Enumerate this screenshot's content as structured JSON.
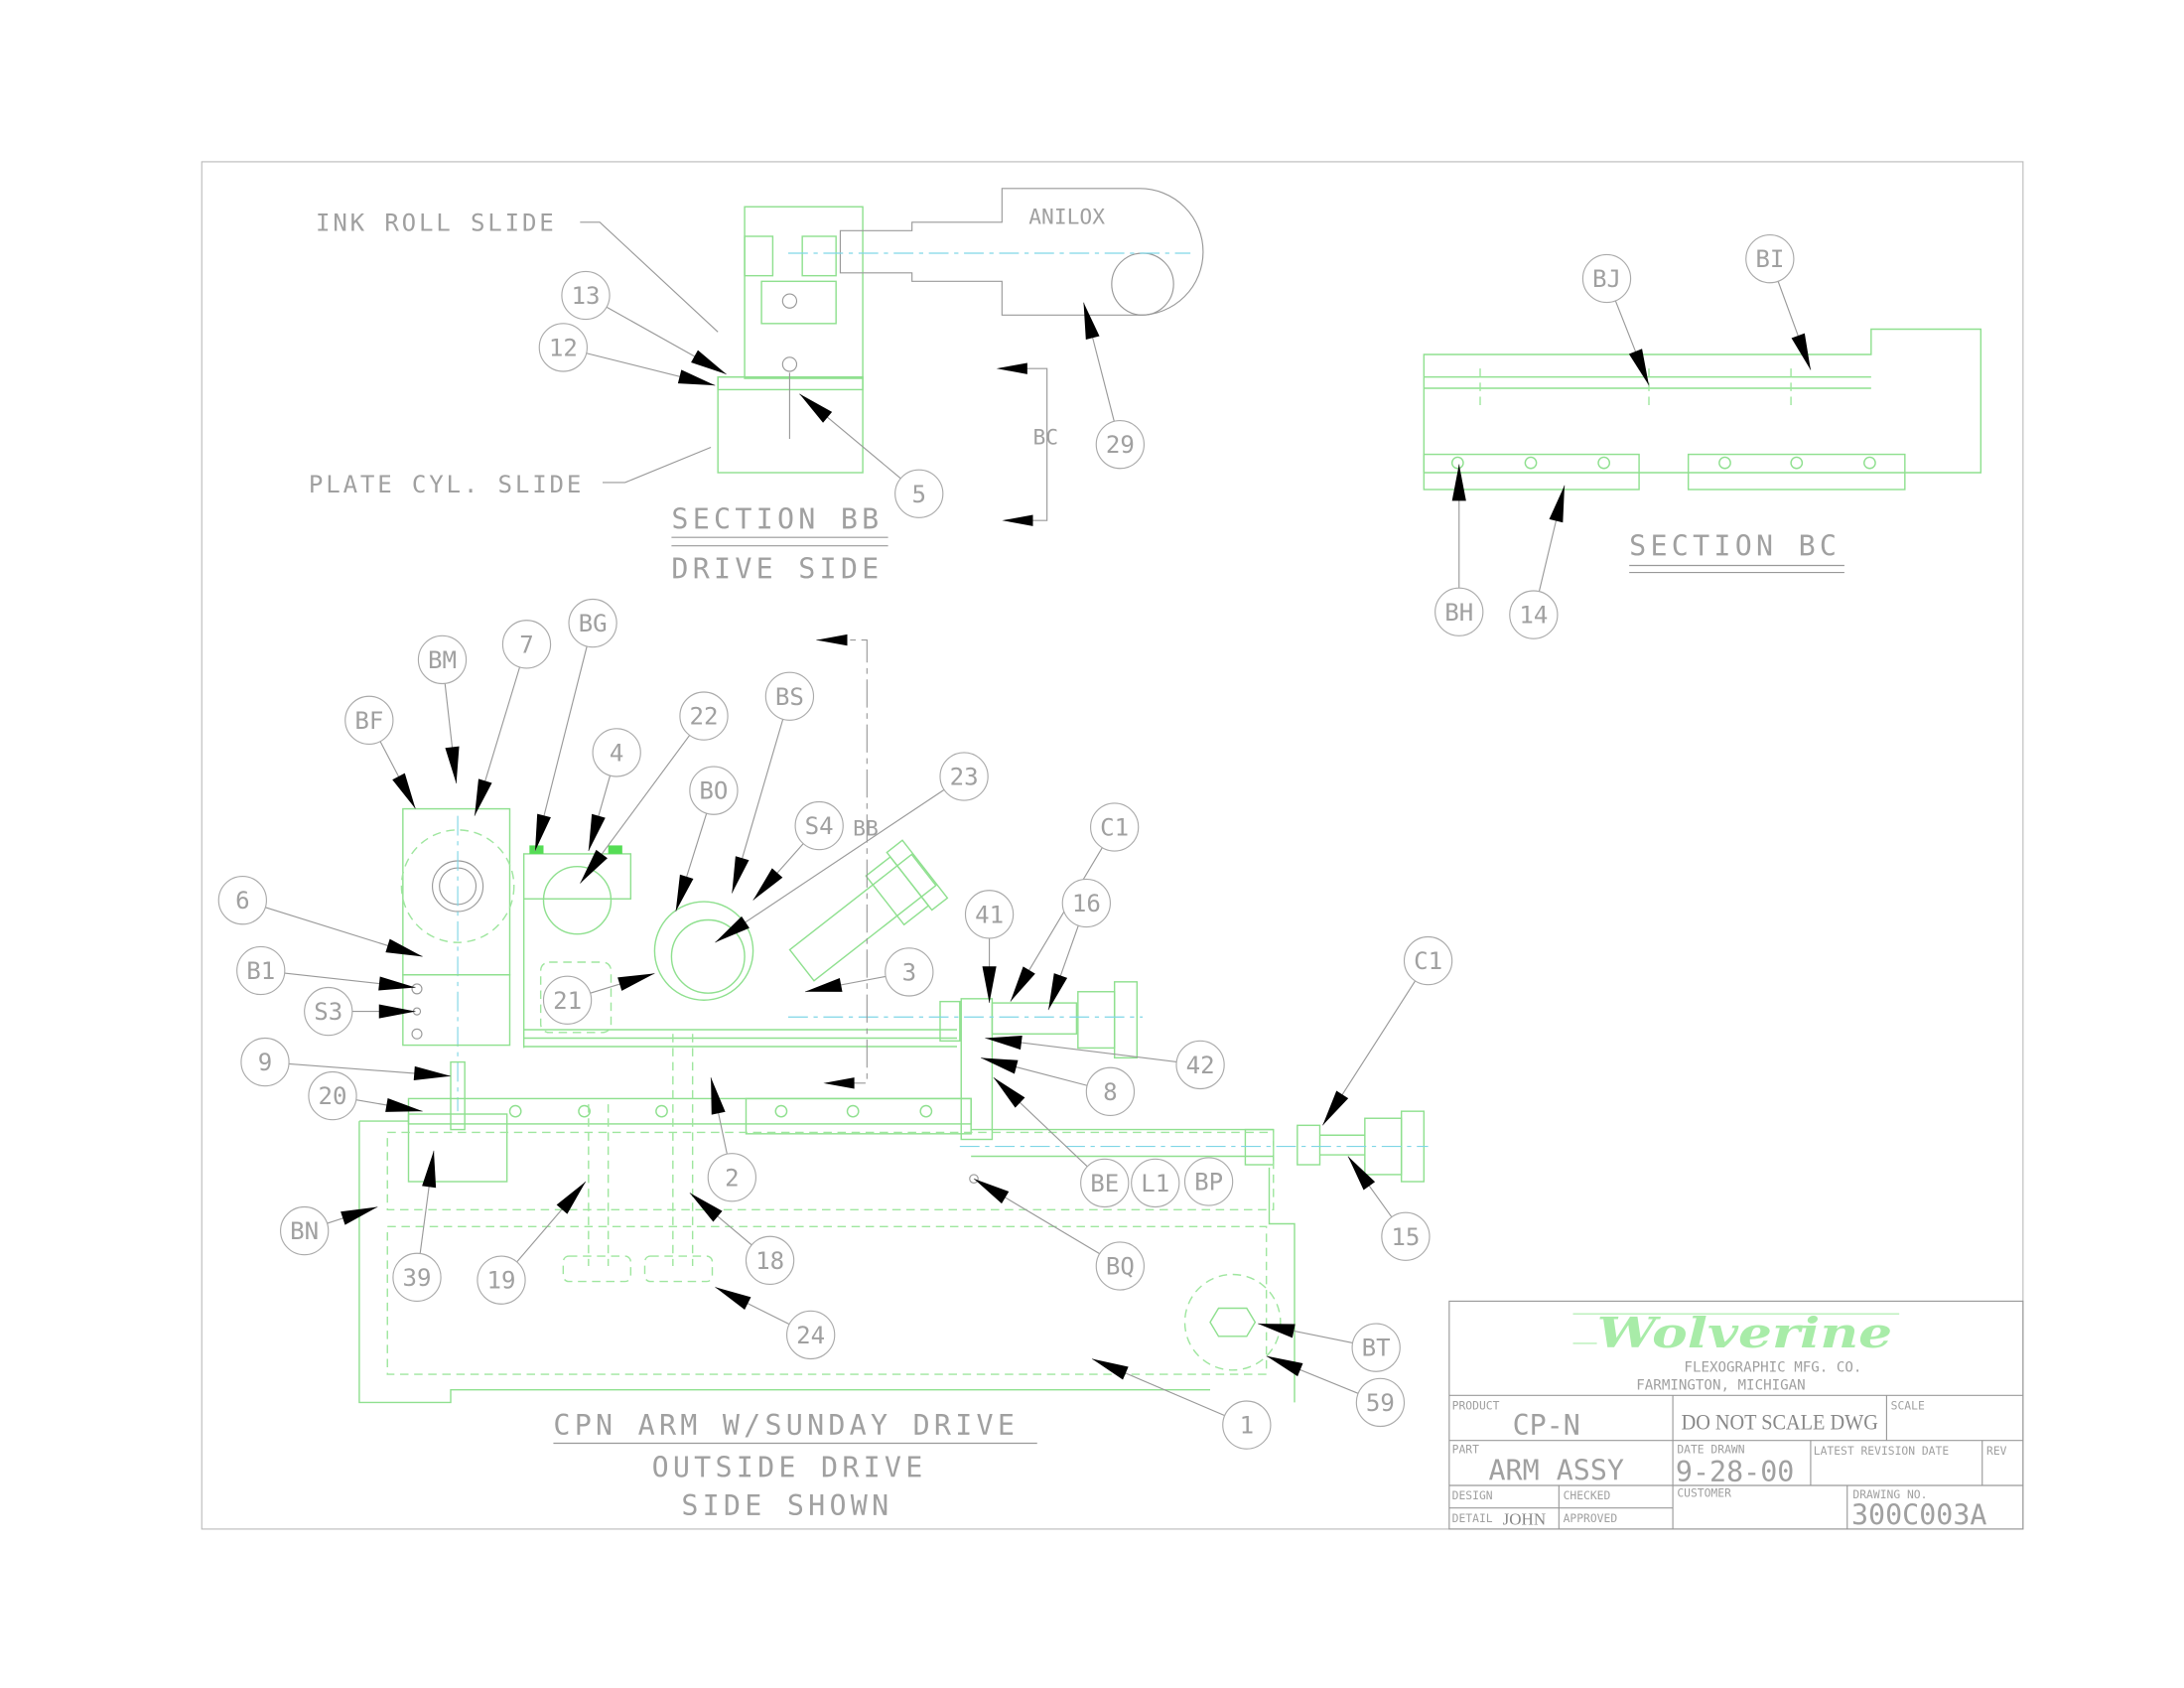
{
  "colors": {
    "geometry": "#8fe08f",
    "centerline": "#7fd6e6",
    "annotation": "#a0a0a0",
    "arrow": "#000000",
    "logo": "#a8eca8"
  },
  "section_bb": {
    "ink_roll_slide": "INK ROLL SLIDE",
    "plate_cyl_slide": "PLATE CYL. SLIDE",
    "anilox": "ANILOX",
    "cut_label": "BC",
    "title": "SECTION BB",
    "subtitle": "DRIVE SIDE"
  },
  "section_bc": {
    "title": "SECTION BC"
  },
  "main_view": {
    "cut_label": "BB",
    "title": "CPN ARM W/SUNDAY DRIVE",
    "subtitle1": "OUTSIDE DRIVE",
    "subtitle2": "SIDE SHOWN"
  },
  "balloons": [
    "13",
    "12",
    "5",
    "29",
    "BJ",
    "BI",
    "BH",
    "14",
    "BF",
    "BM",
    "7",
    "BG",
    "4",
    "22",
    "BS",
    "BO",
    "S4",
    "23",
    "6",
    "B1",
    "S3",
    "21",
    "3",
    "41",
    "C1",
    "16",
    "42",
    "8",
    "9",
    "20",
    "2",
    "BE",
    "L1",
    "BP",
    "C1",
    "15",
    "BQ",
    "BN",
    "39",
    "19",
    "18",
    "24",
    "BT",
    "59",
    "1"
  ],
  "title_block": {
    "logo": "Wolverine",
    "company": "FLEXOGRAPHIC MFG. CO.",
    "location": "FARMINGTON, MICHIGAN",
    "product_label": "PRODUCT",
    "product": "CP-N",
    "note": "DO NOT SCALE DWG",
    "scale_label": "SCALE",
    "part_label": "PART",
    "part": "ARM ASSY",
    "date_drawn_label": "DATE DRAWN",
    "date_drawn": "9-28-00",
    "latest_revision_label": "LATEST REVISION DATE",
    "rev_label": "REV",
    "design_label": "DESIGN",
    "checked_label": "CHECKED",
    "detail_label": "DETAIL",
    "detail": "JOHN",
    "approved_label": "APPROVED",
    "customer_label": "CUSTOMER",
    "drawing_no_label": "DRAWING NO.",
    "drawing_no": "300C003A"
  }
}
